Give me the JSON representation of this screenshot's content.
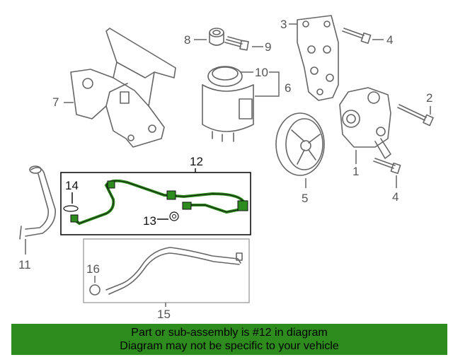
{
  "callouts": {
    "c1": "1",
    "c2": "2",
    "c3": "3",
    "c4a": "4",
    "c4b": "4",
    "c5": "5",
    "c6": "6",
    "c7": "7",
    "c8": "8",
    "c9": "9",
    "c10": "10",
    "c11": "11",
    "c12": "12",
    "c13": "13",
    "c14": "14",
    "c15": "15",
    "c16": "16"
  },
  "highlight_color": "#2e8b1e",
  "banner": {
    "line1": "Part or sub-assembly is #12 in diagram",
    "line2": "Diagram may not be specific to your vehicle"
  }
}
